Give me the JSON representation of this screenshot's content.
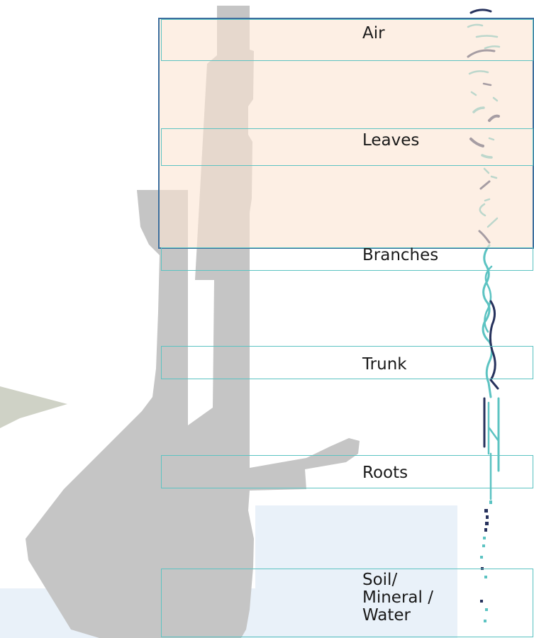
{
  "diagram": {
    "layers": [
      {
        "id": "air",
        "label": "Air"
      },
      {
        "id": "leaves",
        "label": "Leaves"
      },
      {
        "id": "branches",
        "label": "Branches"
      },
      {
        "id": "trunk",
        "label": "Trunk"
      },
      {
        "id": "roots",
        "label": "Roots"
      },
      {
        "id": "soil",
        "label": "Soil/\nMineral /\nWater"
      }
    ],
    "colors": {
      "layer_border": "#5cc3c2",
      "highlight_fill": "#fbe4d2",
      "highlight_border": "#3c6f9e",
      "silhouette": "#c5c5c5",
      "stroke_navy": "#27325d",
      "stroke_teal": "#5cc3c2",
      "ground_tint": "#e9f1f9",
      "terrain_patch": "#cfd2c6"
    }
  }
}
